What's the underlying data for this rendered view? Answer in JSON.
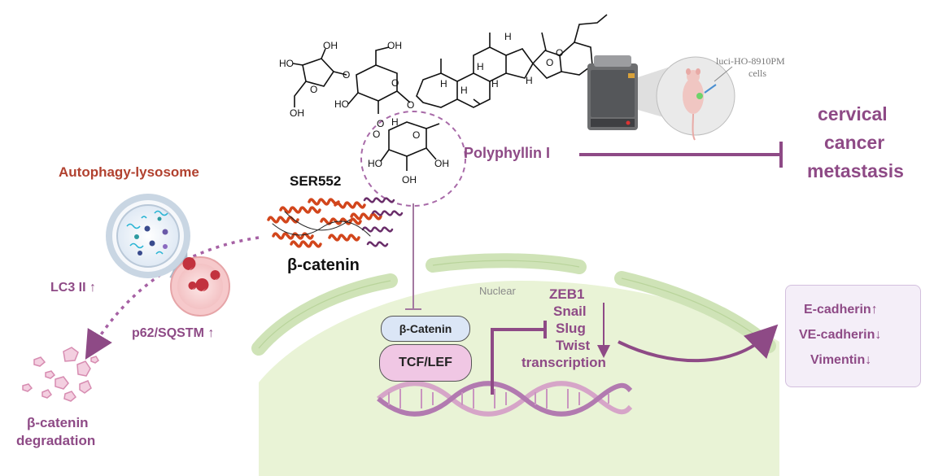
{
  "labels": {
    "compound_name": "Polyphyllin I",
    "outcome_line1": "cervical",
    "outcome_line2": "cancer",
    "outcome_line3": "metastasis",
    "autophagy_title": "Autophagy-lysosome",
    "phospho_site": "SER552",
    "protein_name": "β-catenin",
    "lc3": "LC3 II ↑",
    "p62": "p62/SQSTM ↑",
    "degradation_line1": "β-catenin",
    "degradation_line2": "degradation",
    "nuclear": "Nuclear",
    "beta_catenin_box": "β-Catenin",
    "tcf_lef": "TCF/LEF",
    "cells_line1": "luci-HO-8910PM",
    "cells_line2": "cells"
  },
  "transcription_factors": [
    "ZEB1",
    "Snail",
    "Slug",
    "Twist",
    "transcription"
  ],
  "effects": [
    "E-cadherin↑",
    "VE-cadherin↓",
    "Vimentin↓"
  ],
  "chem_labels": {
    "ho_1": "HO",
    "oh_1": "OH",
    "o_1": "O",
    "oh_2": "OH",
    "oh_3": "OH",
    "o_2": "O",
    "o_3": "O",
    "ho_2": "HO",
    "o_4": "O",
    "o_5": "O",
    "o_6": "O",
    "o_7": "O",
    "ho_3": "HO",
    "oh_4": "OH",
    "oh_5": "OH",
    "h_1": "H",
    "h_2": "H",
    "h_3": "H",
    "h_4": "H",
    "h_5": "H",
    "h_6": "H",
    "h_7": "H",
    "o_8": "O",
    "o_9": "O"
  },
  "colors": {
    "purple": "#8e4a86",
    "red": "#b1412f",
    "nucleus_fill": "#e9f3d6",
    "membrane": "#cfe3b7",
    "dna_pink": "#d6a5c8",
    "dna_purple": "#b27ab0",
    "box_fill": "#f4eef8"
  },
  "icons": [
    "ivis-imager-icon",
    "nude-mouse-icon",
    "autophagolysosome-icon",
    "protein-structure-icon",
    "dna-helix-icon"
  ]
}
